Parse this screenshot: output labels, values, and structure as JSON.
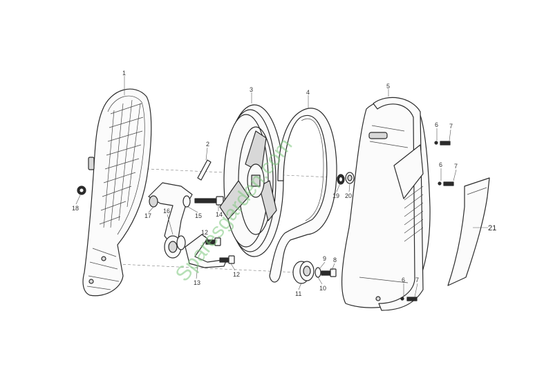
{
  "diagram": {
    "watermark": "Sparesgarden.com",
    "callouts": {
      "p1": "1",
      "p2": "2",
      "p3": "3",
      "p4": "4",
      "p5": "5",
      "p6a": "6",
      "p7a": "7",
      "p6b": "6",
      "p7b": "7",
      "p6c": "6",
      "p7c": "7",
      "p8": "8",
      "p9": "9",
      "p10": "10",
      "p11": "11",
      "p12a": "12",
      "p12b": "12",
      "p13": "13",
      "p14": "14",
      "p15": "15",
      "p16": "16",
      "p17": "17",
      "p18": "18",
      "p19": "19",
      "p20": "20",
      "p21": "21"
    }
  }
}
